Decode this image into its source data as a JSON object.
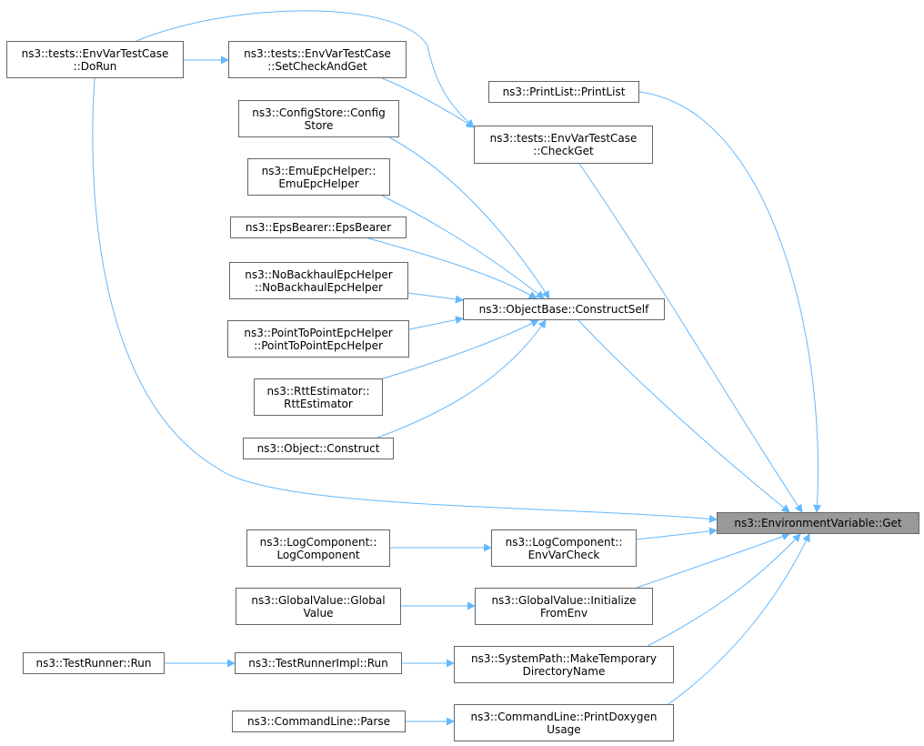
{
  "colors": {
    "edge": "#63b8ff",
    "node_border": "#666666",
    "focus_fill": "#999999"
  },
  "nodes": [
    {
      "id": "envget",
      "label": "ns3::EnvironmentVariable::Get",
      "focus": true
    },
    {
      "id": "dorun",
      "label": "ns3::tests::EnvVarTestCase\n::DoRun"
    },
    {
      "id": "setcheck",
      "label": "ns3::tests::EnvVarTestCase\n::SetCheckAndGet"
    },
    {
      "id": "checkget",
      "label": "ns3::tests::EnvVarTestCase\n::CheckGet"
    },
    {
      "id": "printlist",
      "label": "ns3::PrintList::PrintList"
    },
    {
      "id": "configstore",
      "label": "ns3::ConfigStore::Config\nStore"
    },
    {
      "id": "emuepc",
      "label": "ns3::EmuEpcHelper::\nEmuEpcHelper"
    },
    {
      "id": "epsbearer",
      "label": "ns3::EpsBearer::EpsBearer"
    },
    {
      "id": "nobackhaul",
      "label": "ns3::NoBackhaulEpcHelper\n::NoBackhaulEpcHelper"
    },
    {
      "id": "p2pepc",
      "label": "ns3::PointToPointEpcHelper\n::PointToPointEpcHelper"
    },
    {
      "id": "rtt",
      "label": "ns3::RttEstimator::\nRttEstimator"
    },
    {
      "id": "objconstruct",
      "label": "ns3::Object::Construct"
    },
    {
      "id": "constructself",
      "label": "ns3::ObjectBase::ConstructSelf"
    },
    {
      "id": "logcomp",
      "label": "ns3::LogComponent::\nLogComponent"
    },
    {
      "id": "envvarcheck",
      "label": "ns3::LogComponent::\nEnvVarCheck"
    },
    {
      "id": "globalvalue",
      "label": "ns3::GlobalValue::Global\nValue"
    },
    {
      "id": "initfromenv",
      "label": "ns3::GlobalValue::Initialize\nFromEnv"
    },
    {
      "id": "testrunner",
      "label": "ns3::TestRunner::Run"
    },
    {
      "id": "testrunnerimpl",
      "label": "ns3::TestRunnerImpl::Run"
    },
    {
      "id": "maketempdir",
      "label": "ns3::SystemPath::MakeTemporary\nDirectoryName"
    },
    {
      "id": "cmdparse",
      "label": "ns3::CommandLine::Parse"
    },
    {
      "id": "printdoxygen",
      "label": "ns3::CommandLine::PrintDoxygen\nUsage"
    }
  ],
  "edges": [
    {
      "from": "dorun",
      "to": "setcheck"
    },
    {
      "from": "dorun",
      "to": "checkget"
    },
    {
      "from": "setcheck",
      "to": "checkget"
    },
    {
      "from": "dorun",
      "to": "envget"
    },
    {
      "from": "printlist",
      "to": "envget"
    },
    {
      "from": "checkget",
      "to": "envget"
    },
    {
      "from": "configstore",
      "to": "constructself"
    },
    {
      "from": "emuepc",
      "to": "constructself"
    },
    {
      "from": "epsbearer",
      "to": "constructself"
    },
    {
      "from": "nobackhaul",
      "to": "constructself"
    },
    {
      "from": "p2pepc",
      "to": "constructself"
    },
    {
      "from": "rtt",
      "to": "constructself"
    },
    {
      "from": "objconstruct",
      "to": "constructself"
    },
    {
      "from": "constructself",
      "to": "envget"
    },
    {
      "from": "logcomp",
      "to": "envvarcheck"
    },
    {
      "from": "envvarcheck",
      "to": "envget"
    },
    {
      "from": "globalvalue",
      "to": "initfromenv"
    },
    {
      "from": "initfromenv",
      "to": "envget"
    },
    {
      "from": "testrunner",
      "to": "testrunnerimpl"
    },
    {
      "from": "testrunnerimpl",
      "to": "maketempdir"
    },
    {
      "from": "maketempdir",
      "to": "envget"
    },
    {
      "from": "cmdparse",
      "to": "printdoxygen"
    },
    {
      "from": "printdoxygen",
      "to": "envget"
    }
  ]
}
